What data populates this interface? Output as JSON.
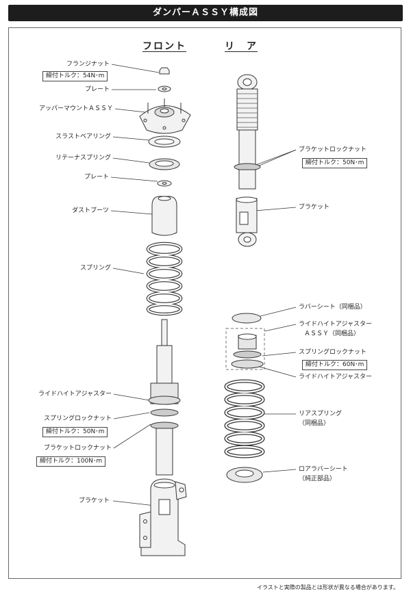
{
  "title": "ダンパーＡＳＳＹ構成図",
  "headings": {
    "front": "フロント",
    "rear": "リ　ア"
  },
  "front": {
    "flange_nut": "フランジナット",
    "flange_nut_torque": "締付トルク：54N･m",
    "plate_top": "プレート",
    "upper_mount": "アッパーマウントＡＳＳＹ",
    "thrust_bearing": "スラストベアリング",
    "retainer_spring": "リテーナスプリング",
    "plate_lower": "プレート",
    "dust_boot": "ダストブーツ",
    "spring": "スプリング",
    "ride_height_adjuster": "ライドハイトアジャスター",
    "spring_lock_nut": "スプリングロックナット",
    "spring_lock_nut_torque": "締付トルク：50N･m",
    "bracket_lock_nut": "ブラケットロックナット",
    "bracket_lock_nut_torque": "締付トルク：100N･m",
    "bracket": "ブラケット"
  },
  "rear": {
    "bracket_lock_nut": "ブラケットロックナット",
    "bracket_lock_nut_torque": "締付トルク：50N･m",
    "bracket": "ブラケット",
    "rubber_seat": "ラバーシート（同梱品）",
    "ride_height_adjuster_assy_1": "ライドハイトアジャスター",
    "ride_height_adjuster_assy_2": "ＡＳＳＹ（同梱品）",
    "spring_lock_nut": "スプリングロックナット",
    "spring_lock_nut_torque": "締付トルク：60N･m",
    "ride_height_adjuster": "ライドハイトアジャスター",
    "rear_spring_1": "リアスプリング",
    "rear_spring_2": "（同梱品）",
    "lower_rubber_seat_1": "ロアラバーシート",
    "lower_rubber_seat_2": "（純正部品）"
  },
  "footer_note": "イラストと実際の製品とは形状が異なる場合があります。"
}
